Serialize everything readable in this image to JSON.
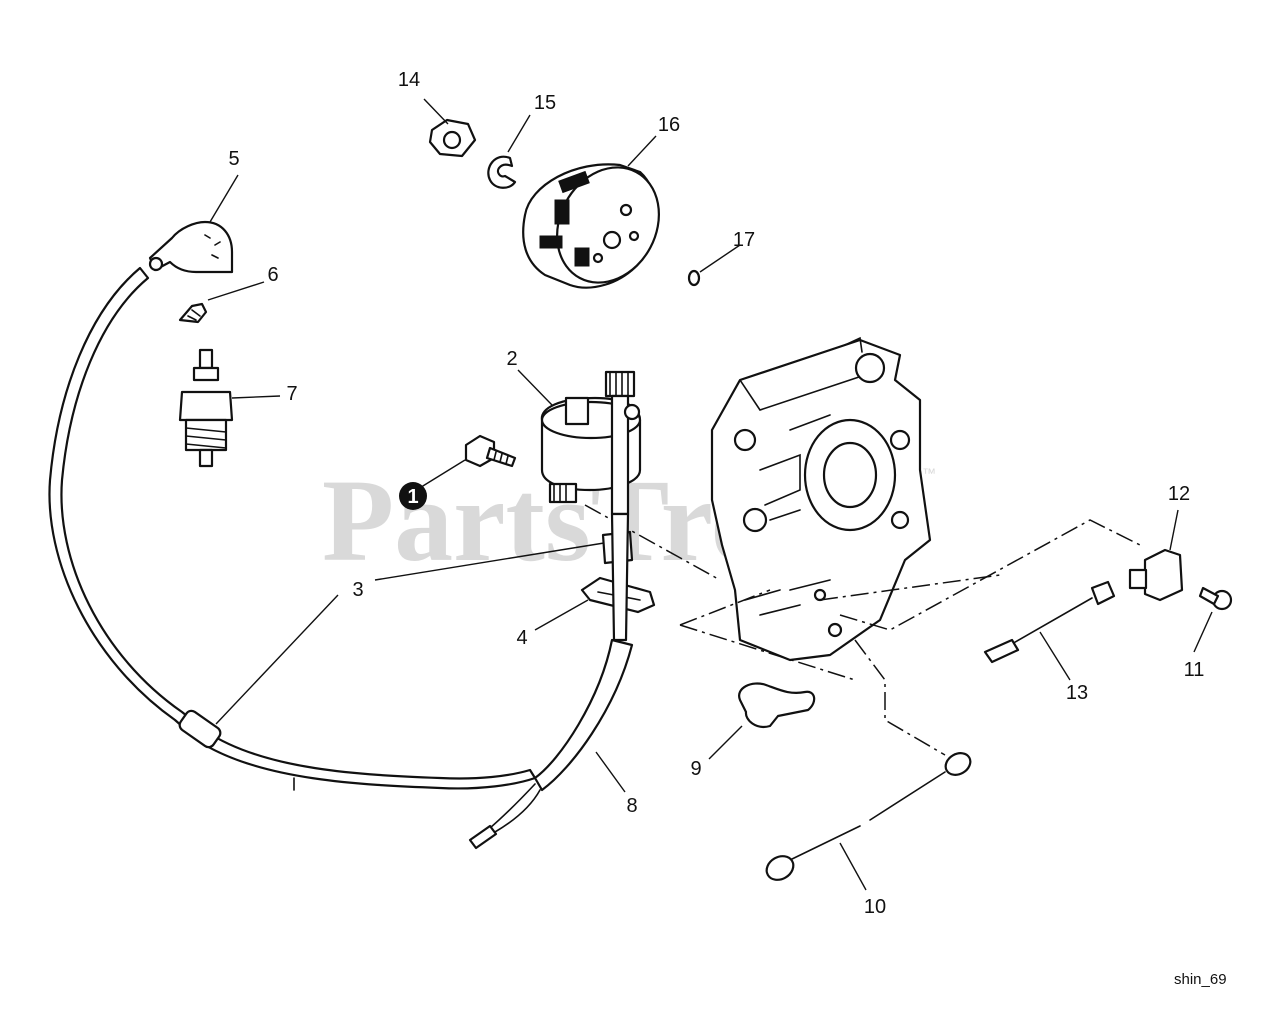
{
  "watermark": {
    "text": "PartsTree",
    "trademark": "™"
  },
  "caption": "shin_69",
  "colors": {
    "line": "#111111",
    "watermark": "#d9d9d9",
    "background": "#ffffff"
  },
  "badge_icon": "numbered-circle-badge-icon",
  "callouts": [
    {
      "id": "c1",
      "label": "1",
      "badge": true
    },
    {
      "id": "c2",
      "label": "2"
    },
    {
      "id": "c3",
      "label": "3"
    },
    {
      "id": "c4",
      "label": "4"
    },
    {
      "id": "c5",
      "label": "5"
    },
    {
      "id": "c6",
      "label": "6"
    },
    {
      "id": "c7",
      "label": "7"
    },
    {
      "id": "c8",
      "label": "8"
    },
    {
      "id": "c9",
      "label": "9"
    },
    {
      "id": "c10",
      "label": "10"
    },
    {
      "id": "c11",
      "label": "11"
    },
    {
      "id": "c12",
      "label": "12"
    },
    {
      "id": "c13",
      "label": "13"
    },
    {
      "id": "c14",
      "label": "14"
    },
    {
      "id": "c15",
      "label": "15"
    },
    {
      "id": "c16",
      "label": "16"
    },
    {
      "id": "c17",
      "label": "17"
    }
  ]
}
